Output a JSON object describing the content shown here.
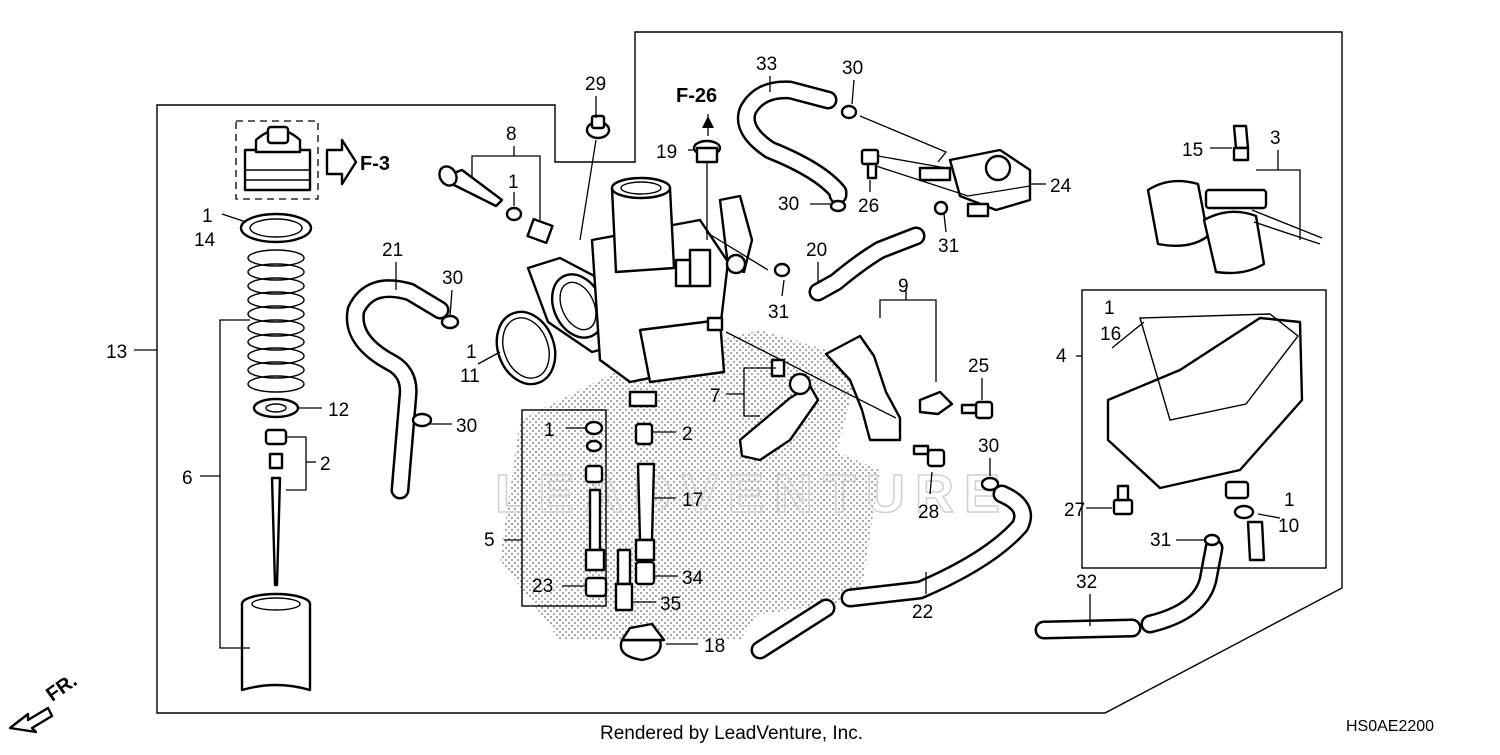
{
  "diagram": {
    "callouts": {
      "c1a": "1",
      "c14": "14",
      "c13": "13",
      "c6": "6",
      "c12": "12",
      "c2a": "2",
      "c21": "21",
      "c30a": "30",
      "c1b": "1",
      "c11": "11",
      "c30b": "30",
      "c8": "8",
      "c1c": "1",
      "c29": "29",
      "c19": "19",
      "c33": "33",
      "c30c": "30",
      "c30d": "30",
      "c26": "26",
      "c24": "24",
      "c31a": "31",
      "c20": "20",
      "c31b": "31",
      "c9": "9",
      "c7": "7",
      "c25": "25",
      "c30e": "30",
      "c28": "28",
      "c1d": "1",
      "c2b": "2",
      "c17": "17",
      "c5": "5",
      "c23": "23",
      "c34": "34",
      "c35": "35",
      "c18": "18",
      "c22": "22",
      "c15": "15",
      "c3": "3",
      "c1e": "1",
      "c16": "16",
      "c4": "4",
      "c27": "27",
      "c1f": "1",
      "c10": "10",
      "c31c": "31",
      "c32": "32"
    },
    "refs": {
      "f3": "F-3",
      "f26": "F-26"
    },
    "direction_label": "FR.",
    "watermark": "LEADVENTURE"
  },
  "footer": {
    "rendered_by": "Rendered by LeadVenture, Inc.",
    "diagram_code": "HS0AE2200"
  }
}
